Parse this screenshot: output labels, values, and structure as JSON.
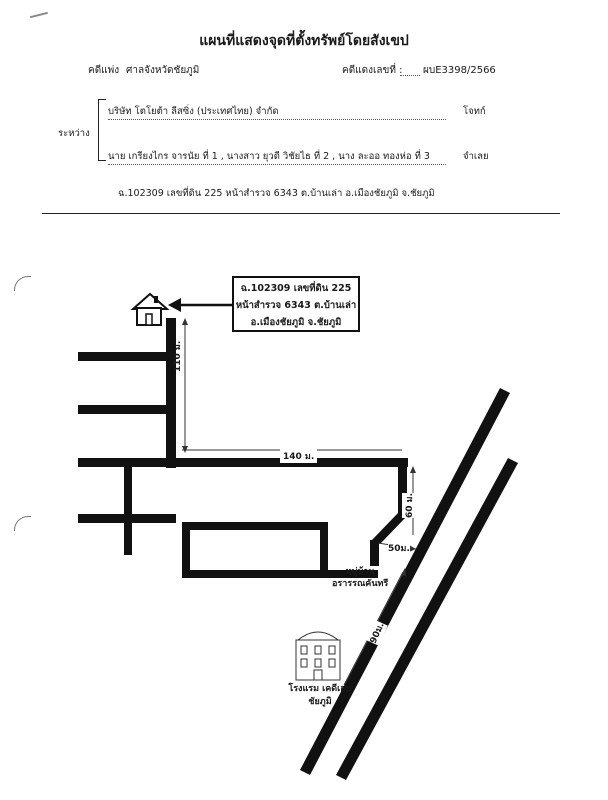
{
  "header": {
    "title": "แผนที่แสดงจุดที่ตั้งทรัพย์โดยสังเขป",
    "court_label": "คดีแพ่ง",
    "court_name": "ศาลจังหวัดชัยภูมิ",
    "case_label": "คดีแดงเลขที่ :",
    "case_number": "ผบE3398/2566",
    "between_label": "ระหว่าง",
    "plaintiff": "บริษัท โตโยต้า ลีสซิ่ง (ประเทศไทย) จำกัด",
    "plaintiff_role": "โจทก์",
    "defendants": "นาย เกรียงไกร จารนัย ที่ 1 , นางสาว ยุวดี วิชัยไธ ที่ 2 ,  นาง ละออ ทองห่อ ที่ 3",
    "defendant_role": "จำเลย",
    "property": "ฉ.102309 เลขที่ดิน 225 หน้าสำรวจ 6343 ต.บ้านเล่า อ.เมืองชัยภูมิ จ.ชัยภูมิ"
  },
  "map": {
    "property_box": [
      "ฉ.102309 เลขที่ดิน 225",
      "หน้าสำรวจ 6343 ต.บ้านเล่า",
      "อ.เมืองชัยภูมิ จ.ชัยภูมิ"
    ],
    "dist_110": "110 ม.",
    "dist_140": "140 ม.",
    "dist_60": "60 ม.",
    "dist_50": "50ม.",
    "dist_90": "90ม.",
    "village_line1": "หมู่บ้าน",
    "village_line2": "อรารรณคันทรี",
    "hotel_line1": "โรงแรม เคดีเฮม",
    "hotel_line2": "ชัยภูมิ",
    "house_icon": "house-icon",
    "hotel_icon": "hotel-building-icon"
  }
}
